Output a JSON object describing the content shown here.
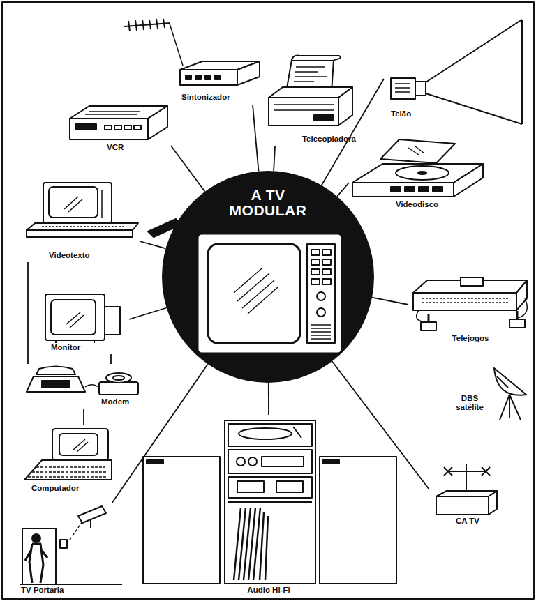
{
  "diagram": {
    "nodes": [
      {
        "text": [
          "A TV MODULAR"
        ]
      },
      {
        "text": [
          "Sintonizador"
        ]
      },
      {
        "text": [
          "VCR"
        ]
      },
      {
        "text": [
          "Telecopiadora"
        ]
      },
      {
        "text": [
          "Telão"
        ]
      },
      {
        "text": [
          "Videodisco"
        ]
      },
      {
        "text": [
          "Videotexto"
        ]
      },
      {
        "text": [
          "Telejogos"
        ]
      },
      {
        "text": [
          "Monitor"
        ]
      },
      {
        "text": [
          "Modem"
        ]
      },
      {
        "text": [
          "DBS satélite"
        ]
      },
      {
        "text": [
          "Computador"
        ]
      },
      {
        "text": [
          "TV Portaria"
        ]
      },
      {
        "text": [
          "Audio Hi-Fi"
        ]
      },
      {
        "text": [
          "CA TV"
        ]
      }
    ],
    "edges": [
      {
        "from": 0,
        "to": 1,
        "arrow": "none"
      },
      {
        "from": 0,
        "to": 2,
        "arrow": "none"
      },
      {
        "from": 0,
        "to": 3,
        "arrow": "none"
      },
      {
        "from": 0,
        "to": 4,
        "arrow": "none"
      },
      {
        "from": 0,
        "to": 5,
        "arrow": "none"
      },
      {
        "from": 0,
        "to": 6,
        "arrow": "none"
      },
      {
        "from": 0,
        "to": 7,
        "arrow": "none"
      },
      {
        "from": 0,
        "to": 8,
        "arrow": "none"
      },
      {
        "from": 6,
        "to": 9,
        "arrow": "none"
      },
      {
        "from": 8,
        "to": 9,
        "arrow": "none"
      },
      {
        "from": 9,
        "to": 11,
        "arrow": "none"
      },
      {
        "from": 0,
        "to": 12,
        "arrow": "none"
      },
      {
        "from": 0,
        "to": 13,
        "arrow": "none"
      },
      {
        "from": 0,
        "to": 14,
        "arrow": "none"
      }
    ]
  }
}
